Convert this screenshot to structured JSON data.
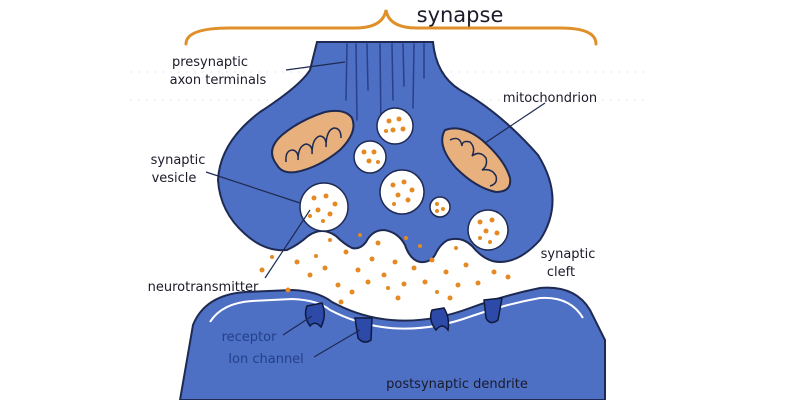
{
  "title": "synapse",
  "labels": {
    "presynaptic_line1": "presynaptic",
    "presynaptic_line2": "axon terminals",
    "mitochondrion": "mitochondrion",
    "vesicle_line1": "synaptic",
    "vesicle_line2": "vesicle",
    "cleft_line1": "synaptic",
    "cleft_line2": "cleft",
    "neurotransmitter": "neurotransmitter",
    "receptor": "receptor",
    "ion_channel": "Ion channel",
    "postsynaptic": "postsynaptic dendrite"
  },
  "colors": {
    "membrane_blue": "#4d6fc4",
    "outline": "#1e2a52",
    "dark_receptor": "#2d4aa8",
    "mitochondrion": "#e7b07d",
    "neurotransmitter": "#e58a23",
    "bracket": "#e0902a"
  }
}
